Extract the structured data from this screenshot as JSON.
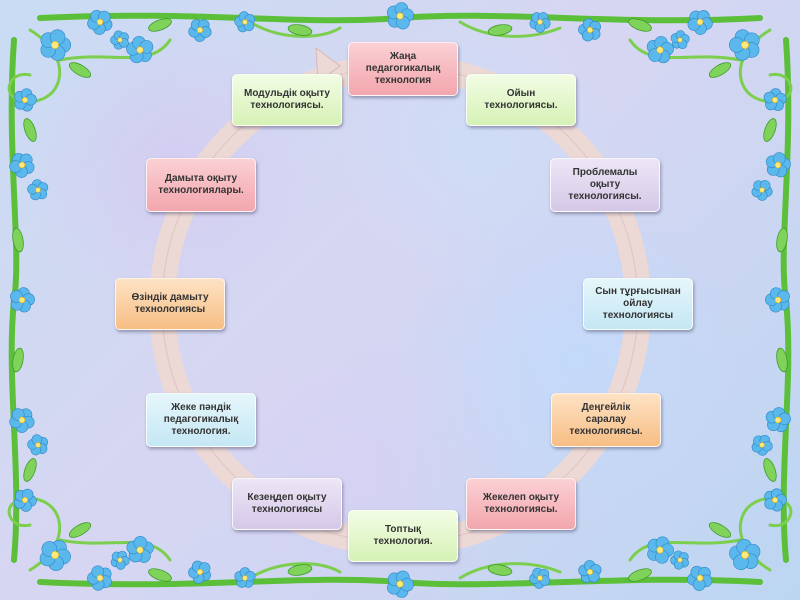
{
  "diagram": {
    "nodes": [
      {
        "id": "n1",
        "text": "Жаңа\nпедагогикалық\nтехнология",
        "color": "#f4aab1"
      },
      {
        "id": "n2",
        "text": "Ойын\nтехнологиясы.",
        "color": "#dff4c6"
      },
      {
        "id": "n3",
        "text": "Проблемалы\nоқыту\nтехнологиясы.",
        "color": "#dcd0ec"
      },
      {
        "id": "n4",
        "text": "Сын тұрғысынан\nойлау\nтехнологиясы",
        "color": "#d2eef7"
      },
      {
        "id": "n5",
        "text": "Деңгейлік\nсаралау\nтехнологиясы.",
        "color": "#f8c48c"
      },
      {
        "id": "n6",
        "text": "Жекелеп оқыту\nтехнологиясы.",
        "color": "#f4aab1"
      },
      {
        "id": "n7",
        "text": "Топтық\nтехнология.",
        "color": "#dff4c6"
      },
      {
        "id": "n8",
        "text": "Кезеңдеп оқыту\nтехнологиясы",
        "color": "#dcd0ec"
      },
      {
        "id": "n9",
        "text": "Жеке пәндік\nпедагогикалық\nтехнология.",
        "color": "#d2eef7"
      },
      {
        "id": "n10",
        "text": "Өзіндік дамыту\nтехнологиясы",
        "color": "#f8c48c"
      },
      {
        "id": "n11",
        "text": "Дамыта оқыту\nтехнологиялары.",
        "color": "#f4aab1"
      },
      {
        "id": "n12",
        "text": "Модульдік оқыту\nтехнологиясы.",
        "color": "#dff4c6"
      }
    ],
    "ring_color": "#e7cfcc",
    "frame_color": "#5cbf3a",
    "flower_color": "#5ab8ec"
  }
}
